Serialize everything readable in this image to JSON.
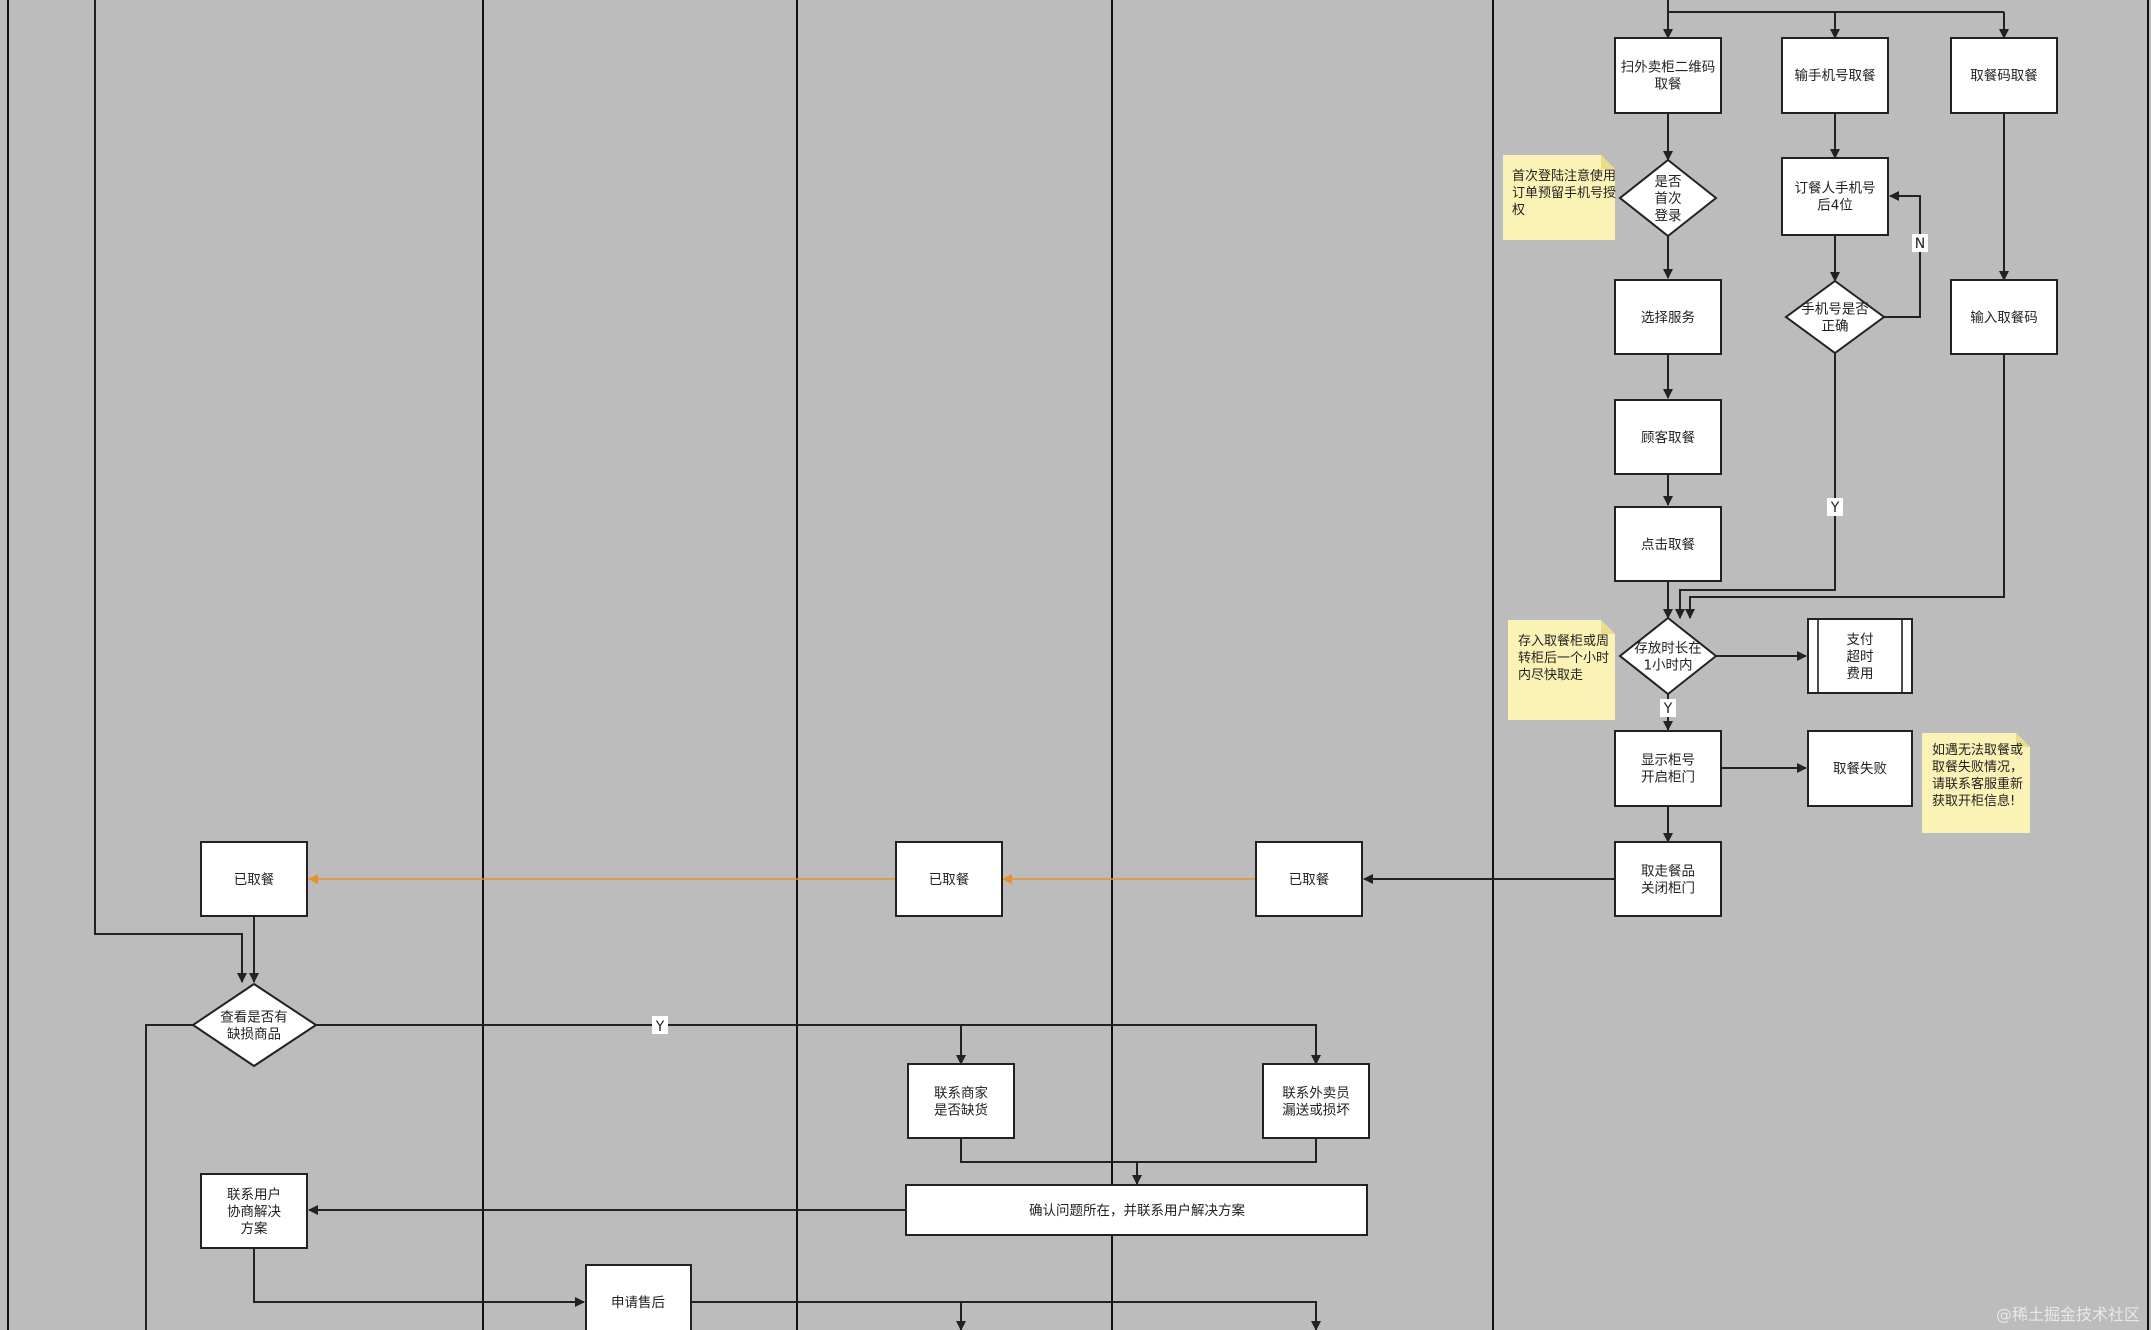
{
  "nodes": {
    "scan_qr": "扫外卖柜二维码取餐",
    "phone_pickup": "输手机号取餐",
    "code_pickup": "取餐码取餐",
    "first_login": "是否首次登录",
    "phone_last4": "订餐人手机号后4位",
    "phone_correct": "手机号是否正确",
    "select_service": "选择服务",
    "customer_pickup": "顾客取餐",
    "click_pickup": "点击取餐",
    "enter_code": "输入取餐码",
    "within_1h": "存放时长在1小时内",
    "pay_overtime": "支付超时费用",
    "show_locker": "显示柜号开启柜门",
    "pickup_failed": "取餐失败",
    "take_meal_close": "取走餐品关闭柜门",
    "picked_1": "已取餐",
    "picked_2": "已取餐",
    "picked_3": "已取餐",
    "check_missing": "查看是否有缺损商品",
    "contact_merchant": "联系商家是否缺货",
    "contact_courier": "联系外卖员漏送或损坏",
    "confirm_issue": "确认问题所在，并联系用户解决方案",
    "contact_user": "联系用户协商解决方案",
    "after_sales": "申请售后"
  },
  "notes": {
    "first_login_note": "首次登陆注意使用订单预留手机号授权",
    "locker_note": "存入取餐柜或周转柜后一个小时内尽快取走",
    "failure_note": "如遇无法取餐或取餐失败情况，请联系客服重新获取开柜信息!"
  },
  "edge_labels": {
    "n": "N",
    "y_phone": "Y",
    "y_time": "Y",
    "y_missing": "Y"
  },
  "watermark": "@稀土掘金技术社区",
  "colors": {
    "background": "#bcbcbc",
    "box_fill": "#ffffff",
    "note_fill": "#fbf3b5",
    "orange_edge": "#e8902a"
  }
}
